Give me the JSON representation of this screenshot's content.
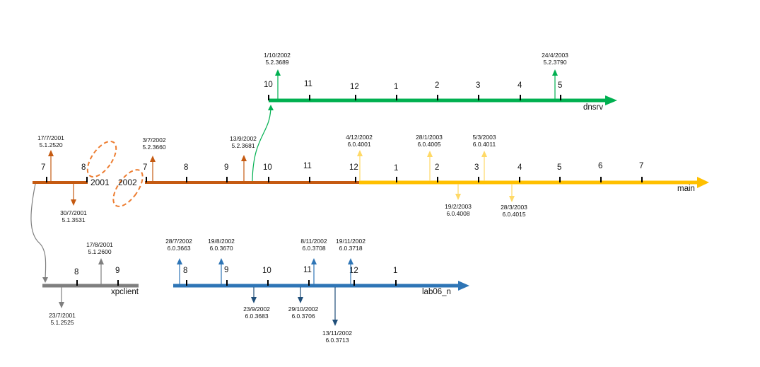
{
  "colors": {
    "orange": "#C55A11",
    "yellow": "#FFC000",
    "yellow_light": "#FFD966",
    "green": "#00B050",
    "blue": "#2E75B6",
    "blue_dark": "#1F4E79",
    "gray": "#7F7F7F"
  },
  "years": {
    "y2001": "2001",
    "y2002": "2002"
  },
  "branches": {
    "main": {
      "name": "main",
      "seg2001_ticks": [
        "7",
        "8"
      ],
      "ticks": [
        "7",
        "8",
        "9",
        "10",
        "11",
        "12",
        "1",
        "2",
        "3",
        "4",
        "5",
        "6",
        "7"
      ],
      "releases": [
        {
          "date": "17/7/2001",
          "version": "5.1.2520"
        },
        {
          "date": "30/7/2001",
          "version": "5.1.3531"
        },
        {
          "date": "3/7/2002",
          "version": "5.2.3660"
        },
        {
          "date": "13/9/2002",
          "version": "5.2.3681"
        },
        {
          "date": "4/12/2002",
          "version": "6.0.4001"
        },
        {
          "date": "28/1/2003",
          "version": "6.0.4005"
        },
        {
          "date": "5/3/2003",
          "version": "6.0.4011"
        },
        {
          "date": "19/2/2003",
          "version": "6.0.4008"
        },
        {
          "date": "28/3/2003",
          "version": "6.0.4015"
        }
      ]
    },
    "dnsrv": {
      "name": "dnsrv",
      "ticks": [
        "10",
        "11",
        "12",
        "1",
        "2",
        "3",
        "4",
        "5"
      ],
      "releases": [
        {
          "date": "1/10/2002",
          "version": "5.2.3689"
        },
        {
          "date": "24/4/2003",
          "version": "5.2.3790"
        }
      ]
    },
    "xpclient": {
      "name": "xpclient",
      "ticks": [
        "8",
        "9"
      ],
      "releases": [
        {
          "date": "17/8/2001",
          "version": "5.1.2600"
        },
        {
          "date": "23/7/2001",
          "version": "5.1.2525"
        }
      ]
    },
    "lab06_n": {
      "name": "lab06_n",
      "ticks": [
        "8",
        "9",
        "10",
        "11",
        "12",
        "1"
      ],
      "releases": [
        {
          "date": "28/7/2002",
          "version": "6.0.3663"
        },
        {
          "date": "19/8/2002",
          "version": "6.0.3670"
        },
        {
          "date": "8/11/2002",
          "version": "6.0.3708"
        },
        {
          "date": "19/11/2002",
          "version": "6.0.3718"
        },
        {
          "date": "23/9/2002",
          "version": "6.0.3683"
        },
        {
          "date": "29/10/2002",
          "version": "6.0.3706"
        },
        {
          "date": "13/11/2002",
          "version": "6.0.3713"
        }
      ]
    }
  }
}
